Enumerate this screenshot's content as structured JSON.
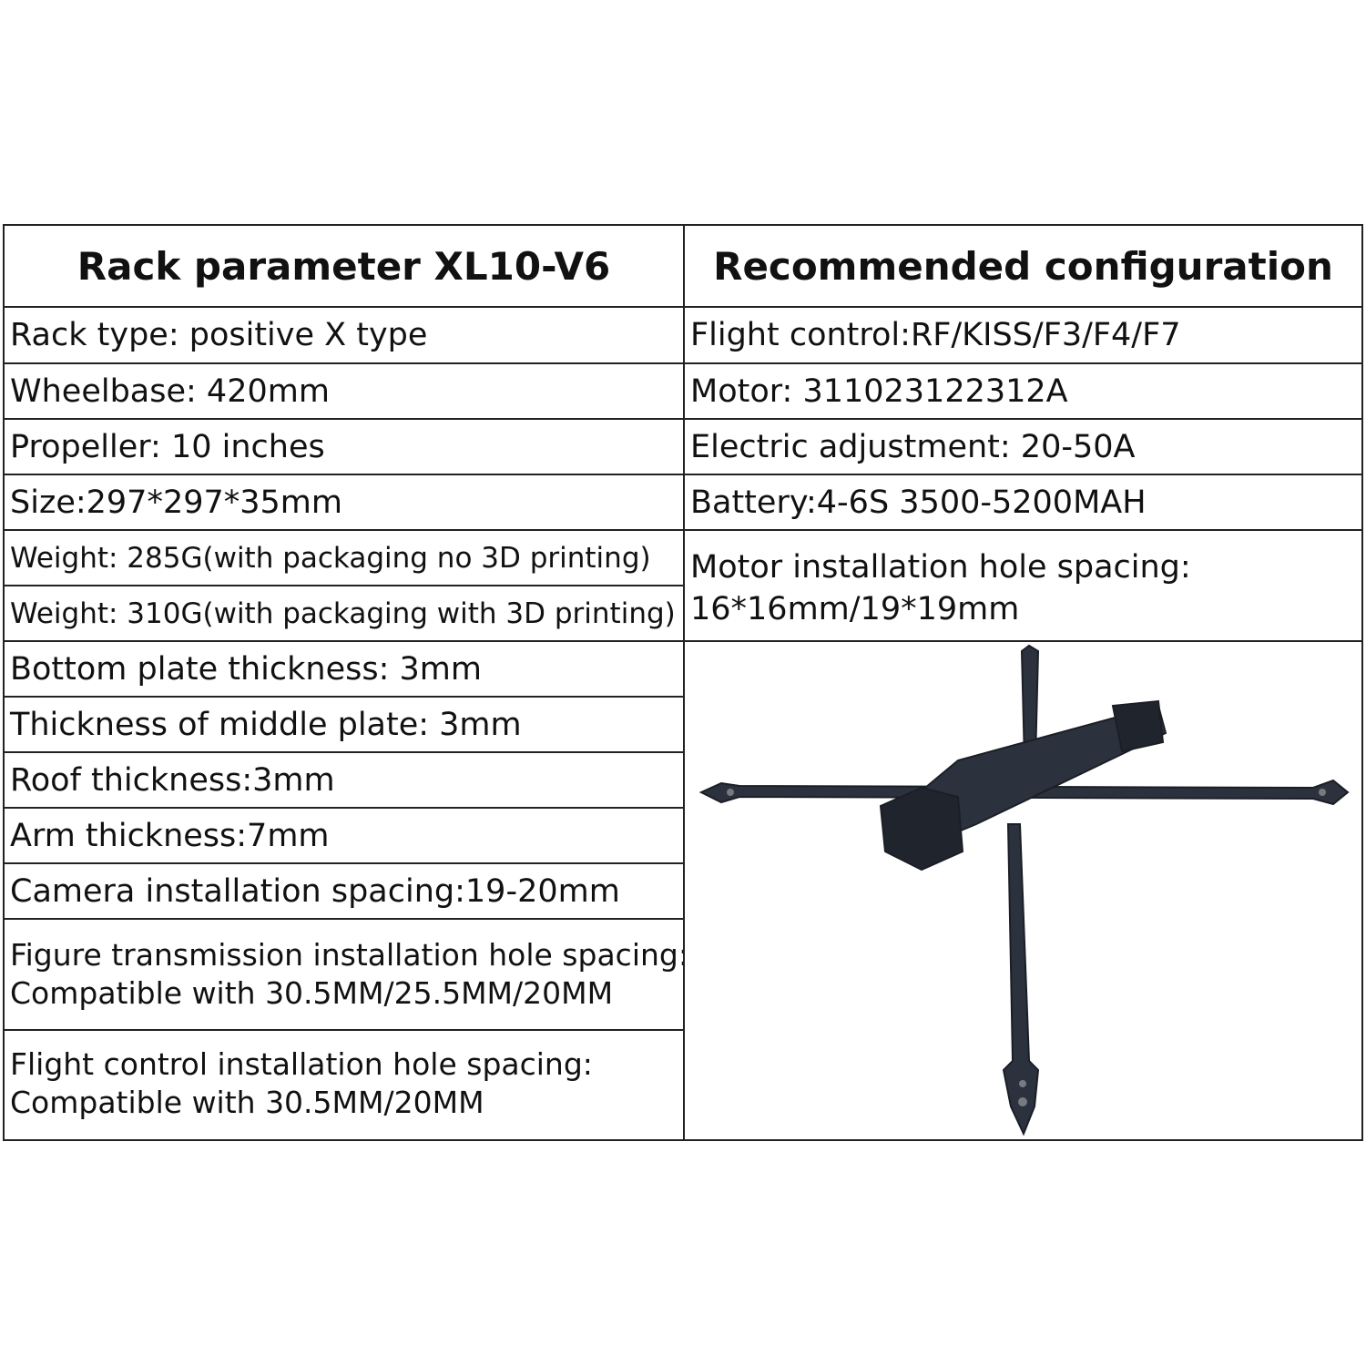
{
  "header": {
    "left": "Rack parameter XL10-V6",
    "right": "Recommended configuration"
  },
  "left_rows": [
    "Rack type: positive X type",
    "Wheelbase: 420mm",
    "Propeller: 10 inches",
    "Size:297*297*35mm",
    "Weight: 285G(with packaging no 3D printing)",
    "Weight: 310G(with packaging with 3D printing)",
    "Bottom plate thickness: 3mm",
    "Thickness of middle plate: 3mm",
    "Roof thickness:3mm",
    "Arm thickness:7mm",
    "Camera installation spacing:19-20mm"
  ],
  "left_multiline": {
    "figure_line1": "Figure transmission installation hole spacing:",
    "figure_line2": "Compatible with 30.5MM/25.5MM/20MM",
    "flight_line1": "Flight control installation hole spacing:",
    "flight_line2": "Compatible with 30.5MM/20MM"
  },
  "right_rows": [
    "Flight control:RF/KISS/F3/F4/F7",
    "Motor: 311023122312A",
    "Electric adjustment: 20-50A",
    "Battery:4-6S 3500-5200MAH"
  ],
  "right_multiline": {
    "motor_line1": "Motor installation hole spacing:",
    "motor_line2": "16*16mm/19*19mm"
  },
  "product_image": {
    "icon": "drone-frame-icon",
    "color": "#2a2f3a"
  }
}
